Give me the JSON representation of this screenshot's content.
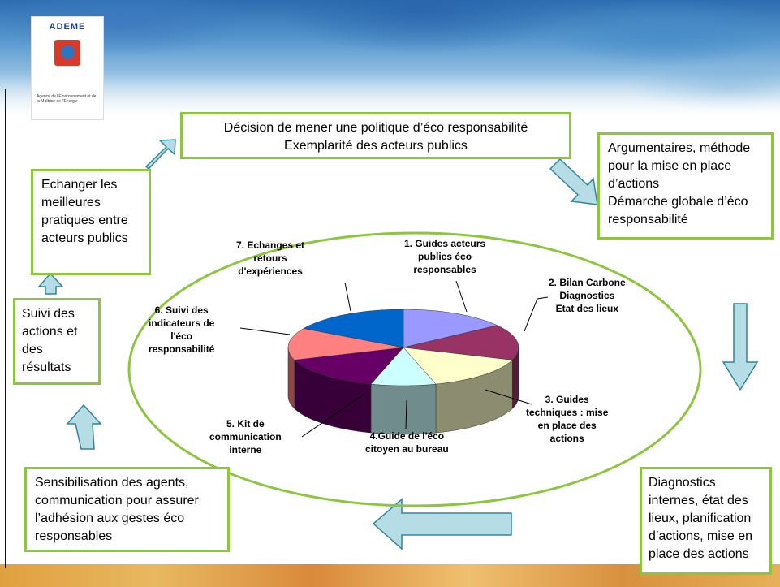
{
  "logo": {
    "name": "ADEME",
    "caption": "Agence de l'Environnement et de la Maîtrise de l'Energie"
  },
  "boxes": {
    "top": "Décision de mener une politique d’éco responsabilité\nExemplarité des acteurs publics",
    "right": "Argumentaires, méthode pour la mise en place d’actions\nDémarche globale d’éco responsabilité",
    "bottom_right": "Diagnostics internes, état des lieux, planification d’actions, mise en place des actions",
    "bottom_left": "Sensibilisation des agents, communication pour assurer l’adhésion aux gestes éco responsables",
    "left": "Suivi des actions et des résultats",
    "top_left": "Echanger les meilleures pratiques entre acteurs publics"
  },
  "chart_data": {
    "type": "pie",
    "style": "3d",
    "slices": [
      {
        "label": "1. Guides acteurs publics éco responsables",
        "value": 1,
        "color": "#9999ff"
      },
      {
        "label": "2. Bilan Carbone Diagnostics Etat des lieux",
        "value": 1,
        "color": "#993366"
      },
      {
        "label": "3. Guides techniques : mise en place des actions",
        "value": 1,
        "color": "#ffffcc"
      },
      {
        "label": "4.Guide de l'éco citoyen au bureau",
        "value": 0.6,
        "color": "#ccffff"
      },
      {
        "label": "5. Kit de communication interne",
        "value": 1,
        "color": "#660066"
      },
      {
        "label": "6. Suivi des indicateurs de l'éco responsabilité",
        "value": 0.9,
        "color": "#ff8080"
      },
      {
        "label": "7. Echanges et retours d'expériences",
        "value": 1.1,
        "color": "#0066cc"
      }
    ]
  }
}
